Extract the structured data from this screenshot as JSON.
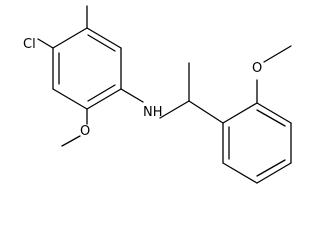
{
  "molecule": {
    "atoms": {
      "chlorine": "Cl",
      "amine": "NH",
      "ring_methoxy_oxygen": "O",
      "side_methoxy_oxygen": "O"
    },
    "colors": {
      "bond": "#000000",
      "label": "#000000",
      "background": "#ffffff"
    }
  }
}
